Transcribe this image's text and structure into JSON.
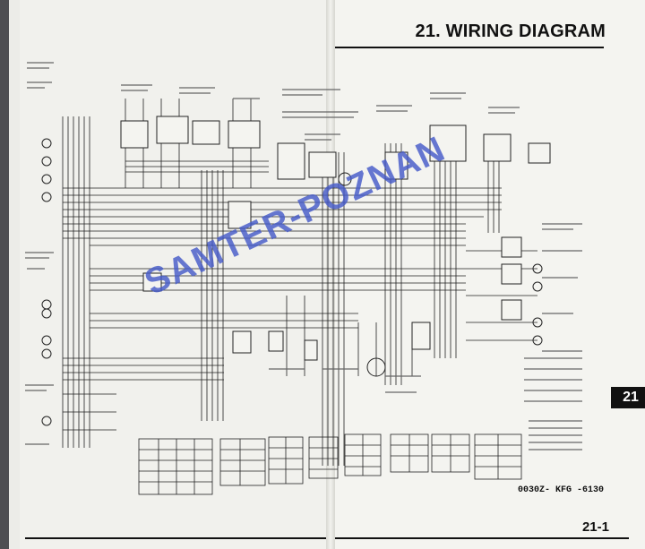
{
  "page": {
    "section_title": "21. WIRING DIAGRAM",
    "section_tab": "21",
    "page_number": "21-1",
    "part_code": "0030Z- KFG -6130",
    "watermark": "SAMTER-POZNAN"
  },
  "colors": {
    "paper": "#f2f2ee",
    "ink": "#111111",
    "watermark": "#4a5ad0"
  }
}
